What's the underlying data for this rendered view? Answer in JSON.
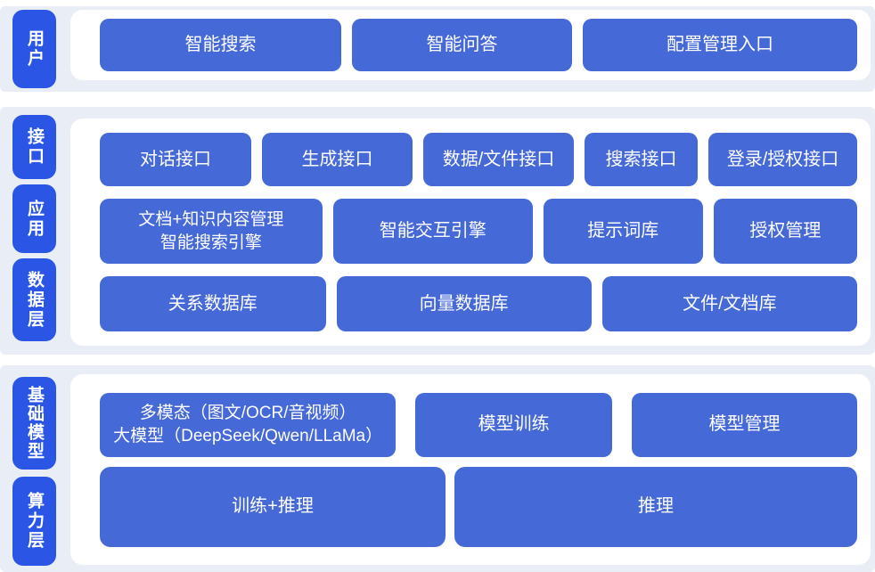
{
  "colors": {
    "pill_blue": "#2b55e4",
    "button_blue": "#4669d8",
    "band_background": "#e9eef6",
    "panel_background": "#ffffff",
    "text": "#ffffff"
  },
  "bands": [
    {
      "groups": [
        {
          "pill": "用户",
          "buttons": [
            "智能搜索",
            "智能问答",
            "配置管理入口"
          ]
        }
      ]
    },
    {
      "groups": [
        {
          "pill": "接口",
          "buttons": [
            "对话接口",
            "生成接口",
            "数据/文件接口",
            "搜索接口",
            "登录/授权接口"
          ]
        },
        {
          "pill": "应用",
          "buttons": [
            "文档+知识内容管理\n智能搜索引擎",
            "智能交互引擎",
            "提示词库",
            "授权管理"
          ]
        },
        {
          "pill": "数据层",
          "buttons": [
            "关系数据库",
            "向量数据库",
            "文件/文档库"
          ]
        }
      ]
    },
    {
      "groups": [
        {
          "pill": "基础模型",
          "buttons": [
            "多模态（图文/OCR/音视频）\n大模型（DeepSeek/Qwen/LLaMa）",
            "模型训练",
            "模型管理"
          ]
        },
        {
          "pill": "算力层",
          "buttons": [
            "训练+推理",
            "推理"
          ]
        }
      ]
    }
  ]
}
